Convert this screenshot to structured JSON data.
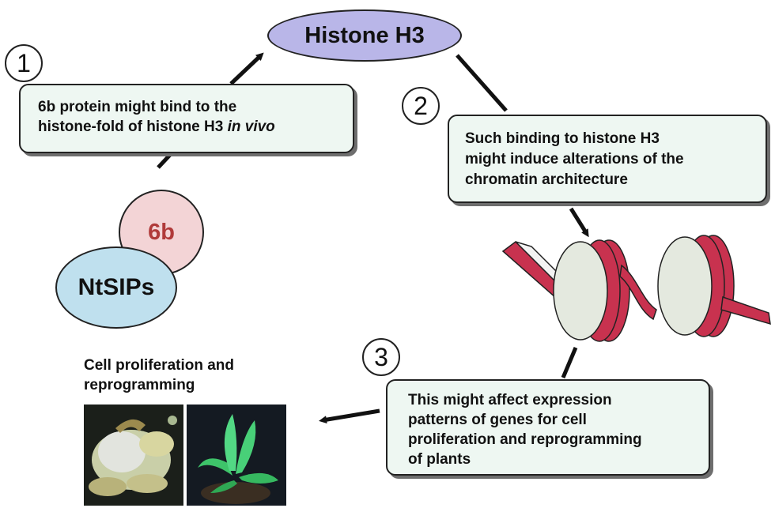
{
  "histone": {
    "label": "Histone H3",
    "color": "#b9b6e8"
  },
  "step1": {
    "number": "1",
    "line1": "6b protein might bind to the",
    "line2_prefix": "histone-fold of histone H3 ",
    "line2_italic": "in vivo"
  },
  "step2": {
    "number": "2",
    "lines": [
      "Such binding to histone H3",
      "might induce alterations of the",
      "chromatin architecture"
    ]
  },
  "step3": {
    "number": "3",
    "lines": [
      "This might affect expression",
      "patterns of genes for cell",
      "proliferation and reprogramming",
      "of plants"
    ]
  },
  "protein_6b": {
    "label": "6b",
    "color": "#f3d4d6",
    "text_color": "#b03a3a"
  },
  "ntsips": {
    "label": "NtSIPs",
    "color": "#bfe0ee"
  },
  "photos": {
    "caption_line1": "Cell proliferation and",
    "caption_line2": "reprogramming"
  },
  "colors": {
    "ribbon": "#c8324f",
    "nucleosome": "#e4e9df",
    "box_fill": "#eef7f2"
  }
}
